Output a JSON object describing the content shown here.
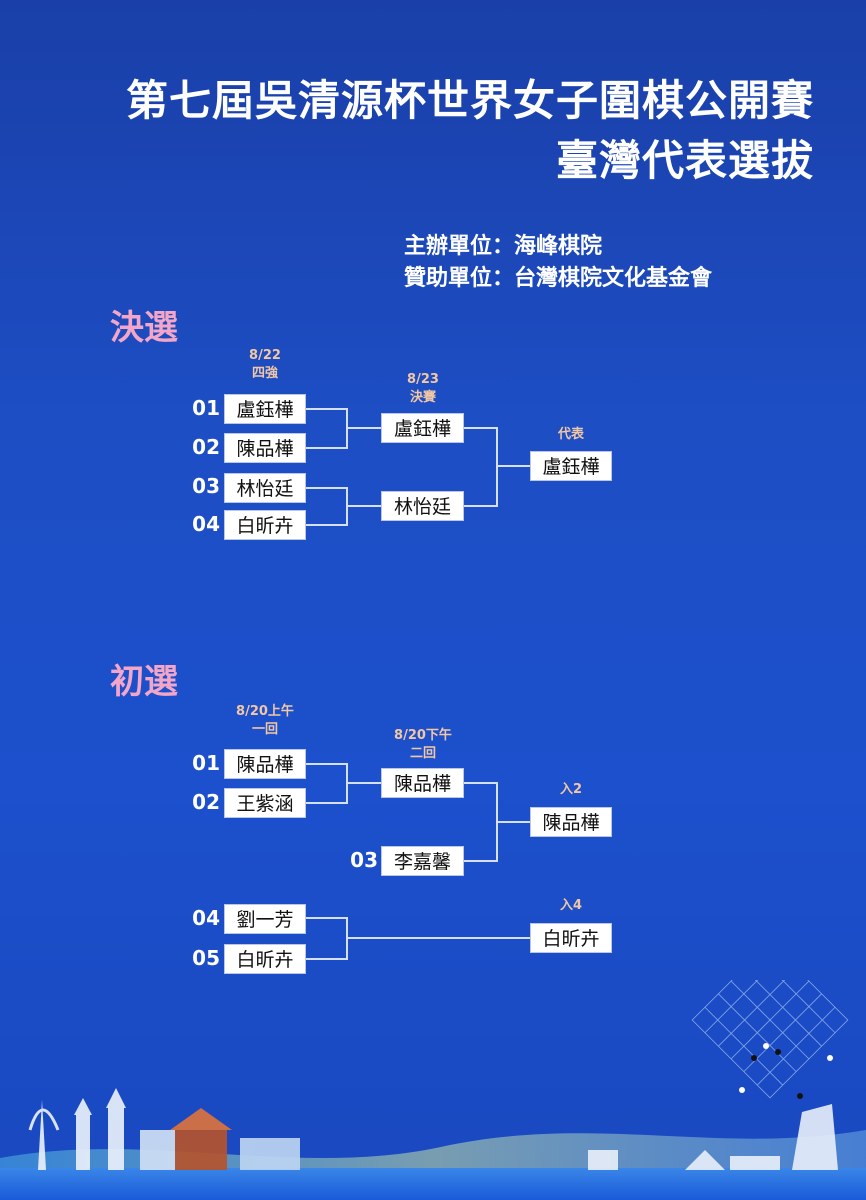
{
  "title_line1": "第七屆吳清源杯世界女子圍棋公開賽",
  "title_line2": "臺灣代表選拔",
  "organizer": "主辦單位：海峰棋院",
  "sponsor": "贊助單位：台灣棋院文化基金會",
  "finals": {
    "heading": "決選",
    "round1_date": "8/22",
    "round1_name": "四強",
    "round2_date": "8/23",
    "round2_name": "決賽",
    "result_label": "代表",
    "seeds": [
      "01",
      "02",
      "03",
      "04"
    ],
    "players": [
      "盧鈺樺",
      "陳品樺",
      "林怡廷",
      "白昕卉"
    ],
    "semi_winners": [
      "盧鈺樺",
      "林怡廷"
    ],
    "champion": "盧鈺樺"
  },
  "prelims": {
    "heading": "初選",
    "round1_date": "8/20上午",
    "round1_name": "一回",
    "round2_date": "8/20下午",
    "round2_name": "二回",
    "seeds": [
      "01",
      "02",
      "03",
      "04",
      "05"
    ],
    "players": [
      "陳品樺",
      "王紫涵",
      "李嘉馨",
      "劉一芳",
      "白昕卉"
    ],
    "r1_winner": "陳品樺",
    "qualifier_a_label": "入2",
    "qualifier_a": "陳品樺",
    "qualifier_b_label": "入4",
    "qualifier_b": "白昕卉"
  },
  "colors": {
    "background": "#1d4ec4",
    "heading_pink": "#f4a6c8",
    "label_peach": "#f2c7a4",
    "line": "#d6e0f5"
  }
}
